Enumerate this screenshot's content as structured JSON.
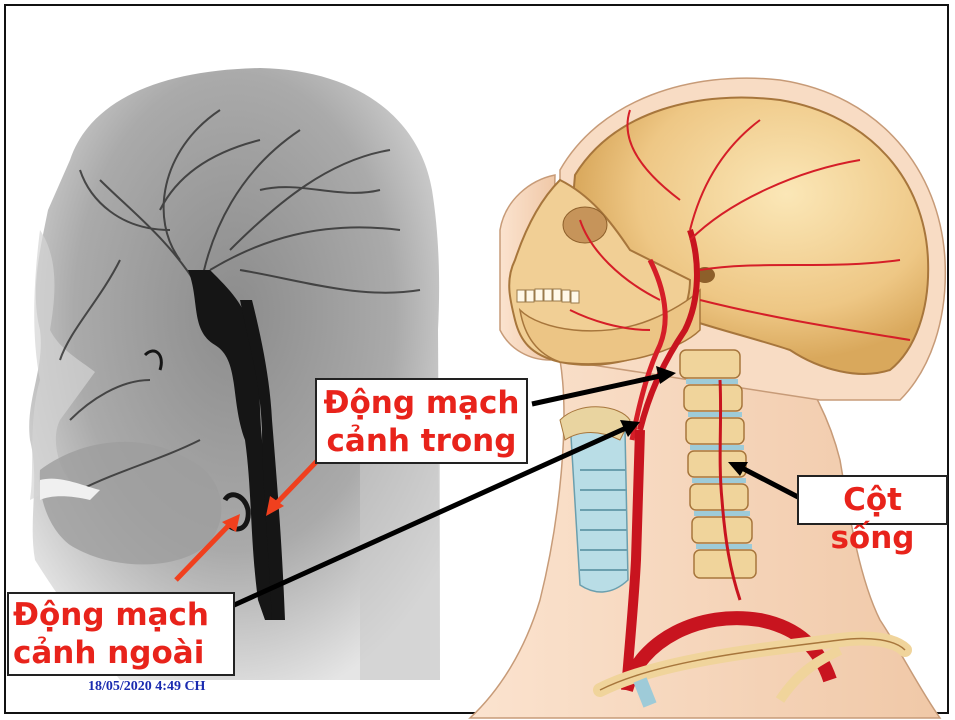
{
  "labels": {
    "internal_carotid": {
      "line1": "Động mạch",
      "line2": "cảnh trong"
    },
    "external_carotid": {
      "line1": "Động mạch",
      "line2": "cảnh ngoài"
    },
    "spine": "Cột sống"
  },
  "footer": {
    "date": "18/05/2020 4:49 CH"
  },
  "images": [
    {
      "name": "angiogram",
      "description_icon": "xray-icon"
    },
    {
      "name": "neck-anatomy-illustration",
      "description_icon": "anatomy-icon"
    }
  ],
  "colors": {
    "label_text": "#e8231b",
    "arrow_red": "#f0401e",
    "arrow_black": "#000000",
    "date_text": "#1a2bb0"
  }
}
